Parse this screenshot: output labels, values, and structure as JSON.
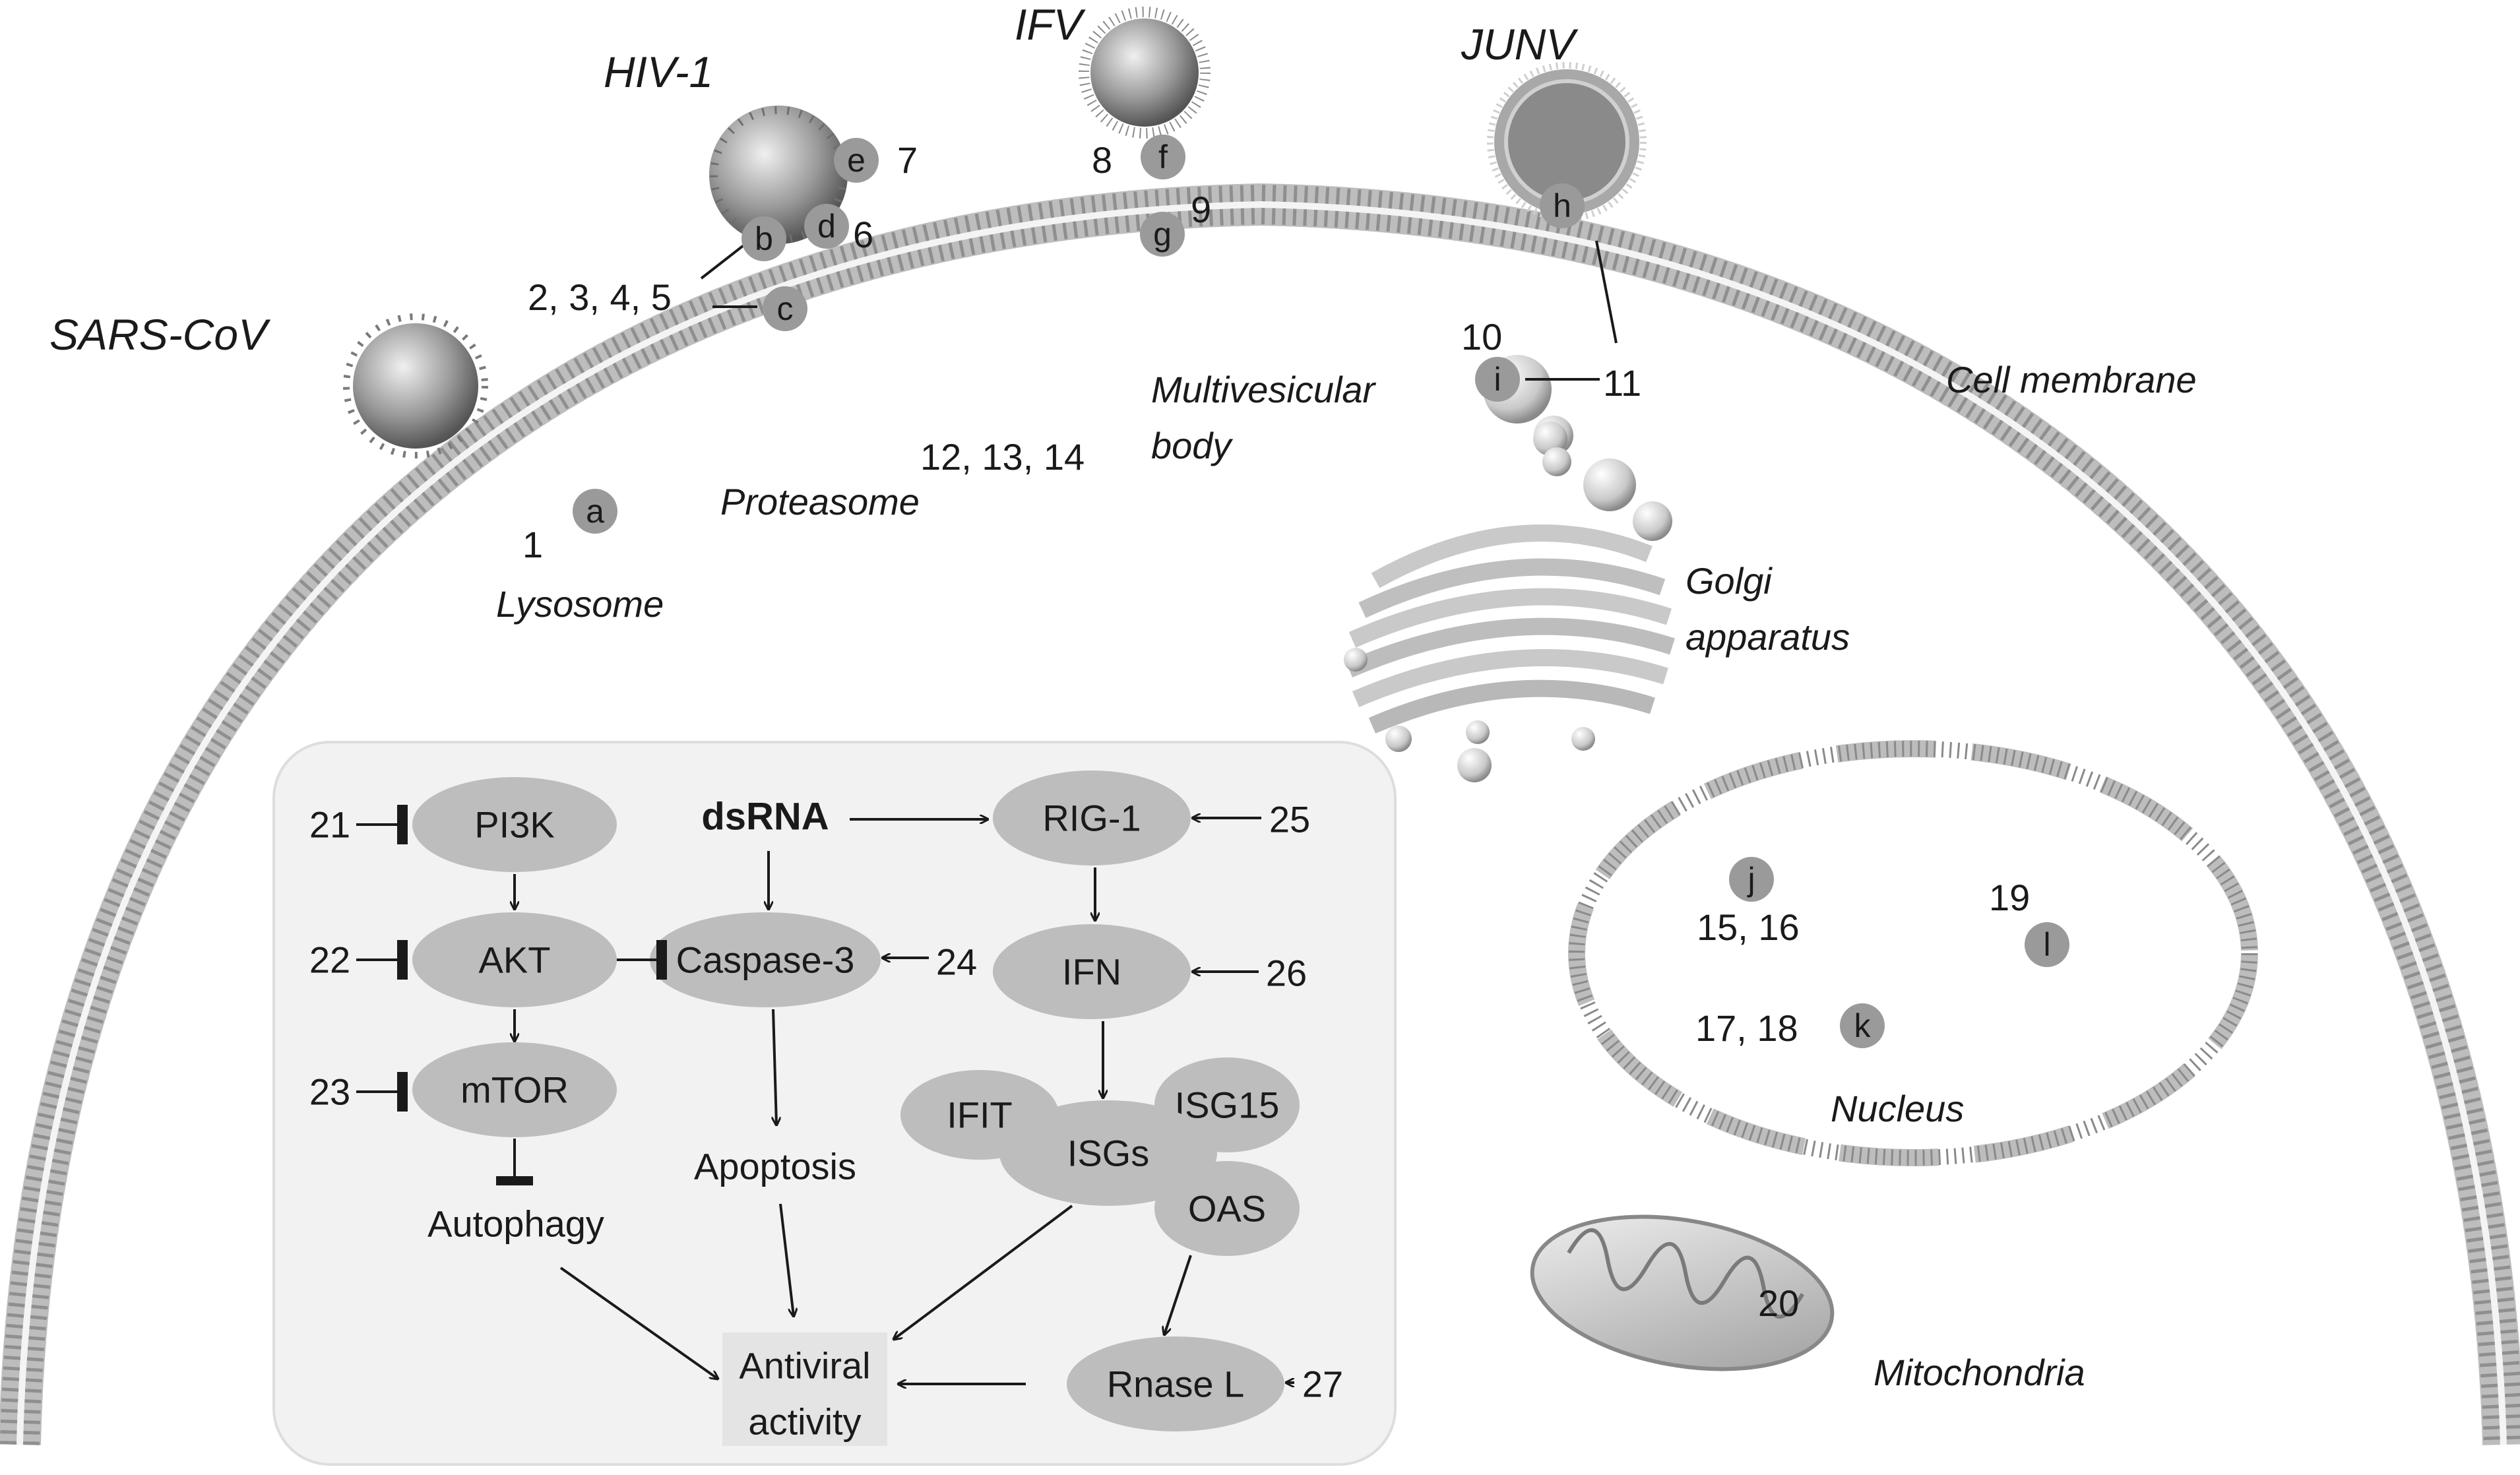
{
  "viruses": {
    "sars": "SARS-CoV",
    "hiv": "HIV-1",
    "ifv": "IFV",
    "junv": "JUNV"
  },
  "organelles": {
    "cell_membrane": "Cell membrane",
    "mvb_line1": "Multivesicular",
    "mvb_line2": "body",
    "proteasome": "Proteasome",
    "lysosome": "Lysosome",
    "golgi_line1": "Golgi",
    "golgi_line2": "apparatus",
    "nucleus": "Nucleus",
    "mitochondria": "Mitochondria"
  },
  "badges": {
    "a": "a",
    "b": "b",
    "c": "c",
    "d": "d",
    "e": "e",
    "f": "f",
    "g": "g",
    "h": "h",
    "i": "i",
    "j": "j",
    "k": "k",
    "l": "l"
  },
  "numbers": {
    "n1": "1",
    "n2_5": "2, 3, 4, 5",
    "n6": "6",
    "n7": "7",
    "n8": "8",
    "n9": "9",
    "n10": "10",
    "n11": "11",
    "n12_14": "12, 13, 14",
    "n15_16": "15, 16",
    "n17_18": "17, 18",
    "n19": "19",
    "n20": "20",
    "n21": "21",
    "n22": "22",
    "n23": "23",
    "n24": "24",
    "n25": "25",
    "n26": "26",
    "n27": "27"
  },
  "pathway": {
    "pi3k": "PI3K",
    "akt": "AKT",
    "mtor": "mTOR",
    "autophagy": "Autophagy",
    "dsrna": "dsRNA",
    "caspase3": "Caspase-3",
    "apoptosis": "Apoptosis",
    "rig1": "RIG-1",
    "ifn": "IFN",
    "ifit": "IFIT",
    "isgs": "ISGs",
    "isg15": "ISG15",
    "oas": "OAS",
    "rnasel": "Rnase L",
    "antiviral_line1": "Antiviral",
    "antiviral_line2": "activity"
  },
  "colors": {
    "node_fill": "#bdbdbd",
    "badge_fill": "#9a9a9a",
    "panel_fill": "#f2f2f2",
    "membrane": "#b8b8b8",
    "ink": "#1a1a1a"
  }
}
